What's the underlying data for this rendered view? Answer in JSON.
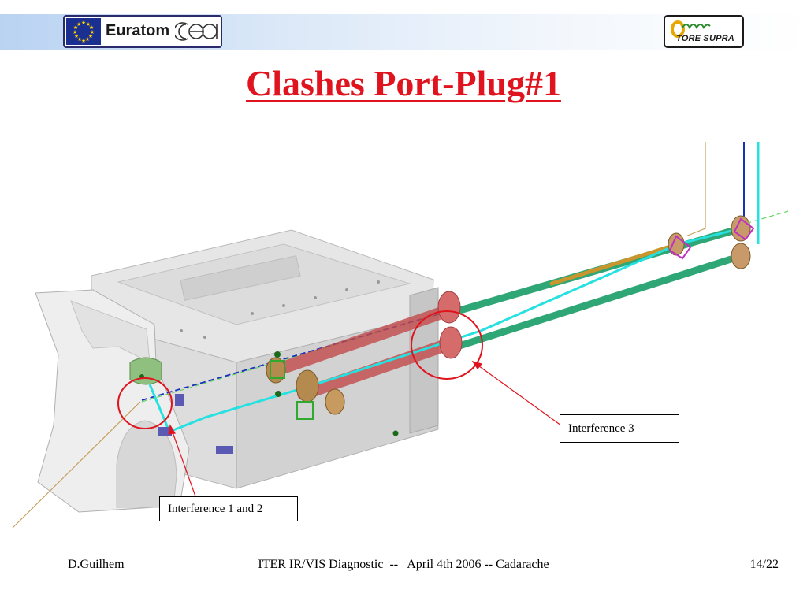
{
  "header": {
    "logo_left_text": "Euratom",
    "logo_left_mark": "cea",
    "logo_right_text": "TORE SUPRA"
  },
  "slide": {
    "title": "Clashes Port-Plug#1"
  },
  "callouts": {
    "interference_3": "Interference 3",
    "interference_1_2": "Interference 1 and 2"
  },
  "footer": {
    "author": "D.Guilhem",
    "event": "ITER IR/VIS Diagnostic  --   April 4th 2006 -- Cadarache",
    "page": "14/22"
  },
  "colors": {
    "title": "#e0141e",
    "highlight_circle": "#e0141e",
    "beam_cyan": "#27e0e0",
    "beam_green": "#2fa676",
    "beam_red": "#c24a4a",
    "beam_gold": "#c8962c"
  },
  "icons": [
    "eu-flag-icon",
    "cea-logo-icon",
    "tore-supra-logo-icon"
  ]
}
